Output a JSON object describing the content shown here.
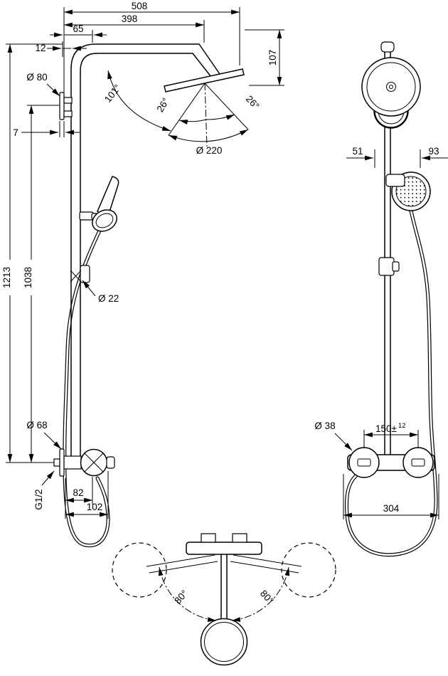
{
  "drawing": {
    "background": "#ffffff",
    "line_color": "#000000",
    "side_view": {
      "width_total": "508",
      "width_to_bend": "398",
      "offset_65": "65",
      "offset_12": "12",
      "head_drop": "107",
      "wall_flange_dia": "Ø 80",
      "flange_thickness": "7",
      "total_height": "1213",
      "mount_height": "1038",
      "arm_angle": "101°",
      "spray_angle_left": "26°",
      "spray_angle_right": "26°",
      "head_dia": "Ø 220",
      "pipe_dia": "Ø 22",
      "escutcheon_dia": "Ø 68",
      "thread": "G1/2",
      "depth_82": "82",
      "depth_102": "102"
    },
    "front_view": {
      "offset_51": "51",
      "offset_93": "93",
      "handle_dia": "Ø 38",
      "valve_centers": "150±",
      "valve_centers_tol": "12",
      "valve_width": "304"
    },
    "top_view": {
      "swivel_left": "80°",
      "swivel_right": "80°"
    }
  }
}
